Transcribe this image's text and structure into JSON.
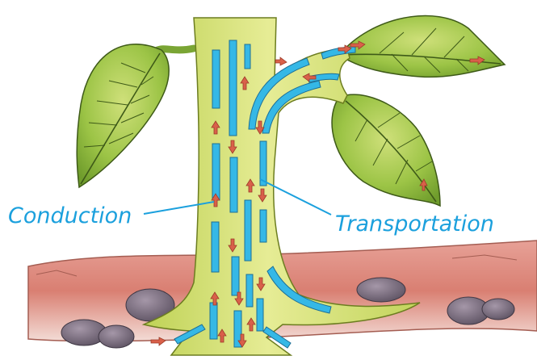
{
  "labels": {
    "conduction": "Conduction",
    "transportation": "Transportation"
  },
  "colors": {
    "label": "#1ba0dd",
    "vessel": "#35b8e6",
    "arrow": "#d9604a",
    "stem": "#d8e37a",
    "leaf": "#8fbe3a",
    "soil": "#d98478",
    "stone": "#7d6f82"
  },
  "icons": [
    "leaf",
    "stem",
    "xylem-vessel",
    "flow-arrow",
    "soil",
    "stone",
    "root"
  ]
}
